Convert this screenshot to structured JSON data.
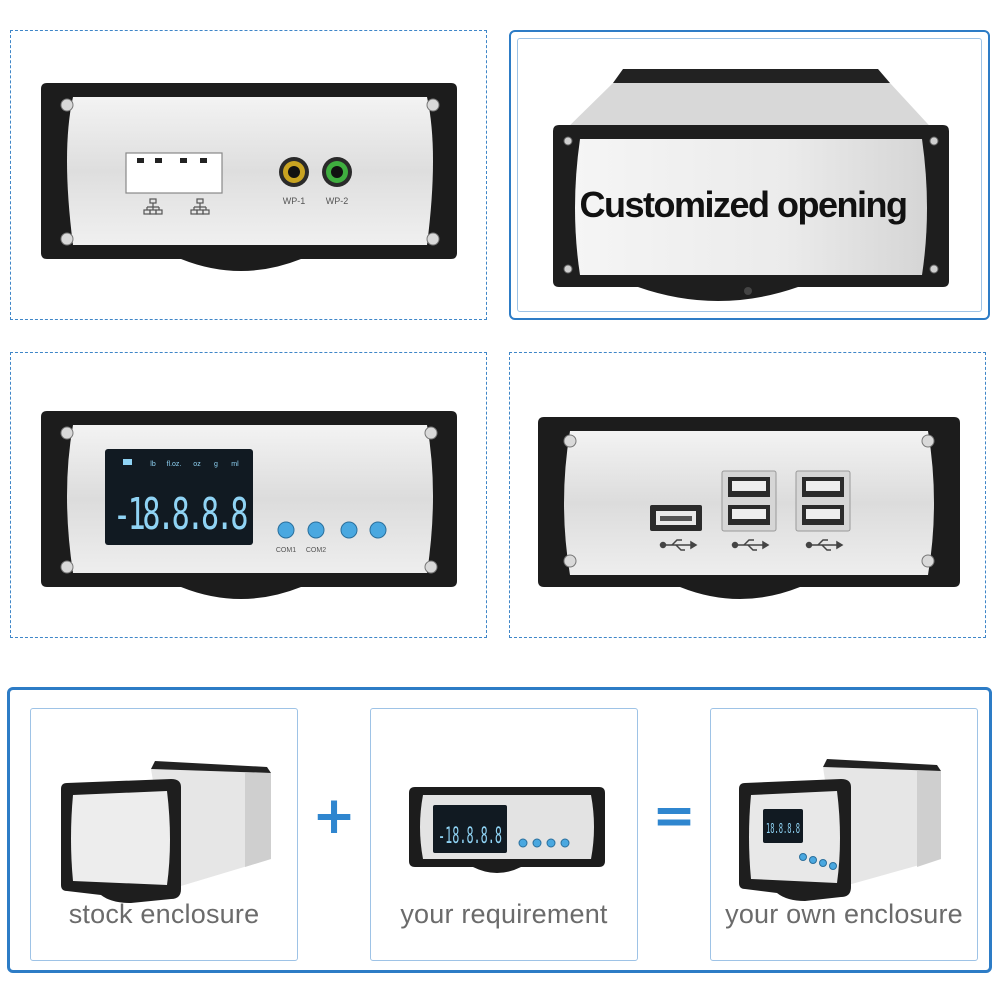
{
  "panels": {
    "dashed_1": {},
    "featured": {
      "caption": "Customized opening"
    },
    "lcd_panel": {
      "lcd_units": [
        "lb",
        "fl.oz.",
        "oz",
        "g",
        "ml"
      ],
      "lcd_reading": "-18.8.8.8",
      "port_labels": [
        "COM1",
        "COM2"
      ]
    },
    "network_panel": {
      "jack_labels": [
        "WP-1",
        "WP-2"
      ]
    },
    "usb_panel": {}
  },
  "combo": {
    "stock_label": "stock enclosure",
    "plus_symbol": "+",
    "requirement_label": "your requirement",
    "requirement_reading": "-18.8.8.8",
    "equals_symbol": "=",
    "result_label": "your own enclosure",
    "result_reading": "18.8.8.8"
  },
  "colors": {
    "accent_blue": "#2d7cc6",
    "enclosure_black": "#1c1c1c",
    "panel_silver": "#e6e6e6",
    "lcd_digit": "#8fd3f4",
    "button_blue": "#4aa8e0"
  }
}
